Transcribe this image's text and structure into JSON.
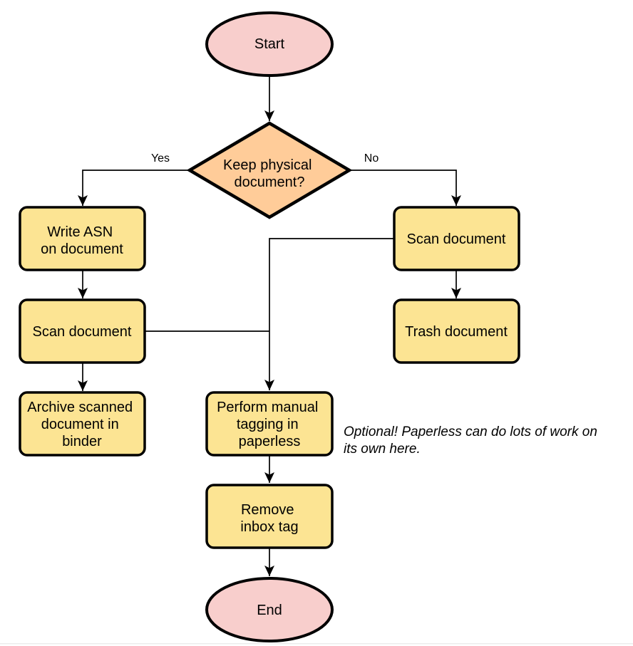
{
  "diagram": {
    "background": "#FFFFFF",
    "colors": {
      "terminal_fill": "#F8CECC",
      "decision_fill": "#FFCC99",
      "process_fill": "#FCE493",
      "stroke": "#000000",
      "divider": "#ECECEC"
    },
    "nodes": {
      "start": {
        "type": "terminal",
        "label": "Start"
      },
      "decision": {
        "type": "decision",
        "label": "Keep physical document?",
        "line1": "Keep physical",
        "line2": "document?"
      },
      "write_asn": {
        "type": "process",
        "label": "Write ASN on document",
        "line1": "Write ASN",
        "line2": "on document"
      },
      "scan_left": {
        "type": "process",
        "label": "Scan document"
      },
      "archive": {
        "type": "process",
        "label": "Archive scanned document in binder",
        "line1": "Archive scanned",
        "line2": "document in",
        "line3": "binder"
      },
      "scan_right": {
        "type": "process",
        "label": "Scan document"
      },
      "trash": {
        "type": "process",
        "label": "Trash document"
      },
      "tagging": {
        "type": "process",
        "label": "Perform manual tagging in paperless",
        "line1": "Perform manual",
        "line2": "tagging in",
        "line3": "paperless"
      },
      "remove_inbox": {
        "type": "process",
        "label": "Remove inbox tag",
        "line1": "Remove",
        "line2": "inbox tag"
      },
      "end": {
        "type": "terminal",
        "label": "End"
      }
    },
    "edge_labels": {
      "yes": "Yes",
      "no": "No"
    },
    "annotation": {
      "text": "Optional! Paperless can do lots of work on its own here.",
      "line1": "Optional! Paperless can do lots of work on",
      "line2": "its own here."
    }
  }
}
